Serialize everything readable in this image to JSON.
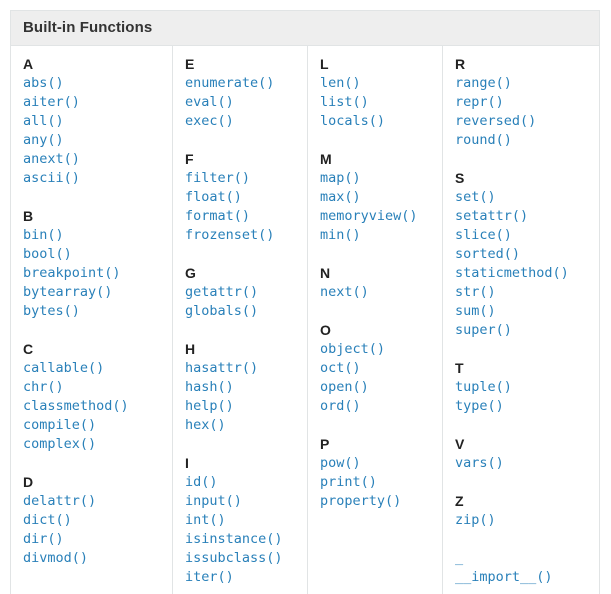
{
  "table": {
    "title": "Built-in Functions",
    "accent_color": "#2980b9",
    "header_bg": "#eeeeee",
    "border_color": "#e1e4e5",
    "columns": [
      {
        "sections": [
          {
            "letter": "A",
            "letter_style": "bold",
            "functions": [
              "abs()",
              "aiter()",
              "all()",
              "any()",
              "anext()",
              "ascii()"
            ]
          },
          {
            "letter": "B",
            "letter_style": "bold",
            "functions": [
              "bin()",
              "bool()",
              "breakpoint()",
              "bytearray()",
              "bytes()"
            ]
          },
          {
            "letter": "C",
            "letter_style": "bold",
            "functions": [
              "callable()",
              "chr()",
              "classmethod()",
              "compile()",
              "complex()"
            ]
          },
          {
            "letter": "D",
            "letter_style": "bold",
            "functions": [
              "delattr()",
              "dict()",
              "dir()",
              "divmod()"
            ]
          }
        ]
      },
      {
        "sections": [
          {
            "letter": "E",
            "letter_style": "bold",
            "functions": [
              "enumerate()",
              "eval()",
              "exec()"
            ]
          },
          {
            "letter": "F",
            "letter_style": "bold",
            "functions": [
              "filter()",
              "float()",
              "format()",
              "frozenset()"
            ]
          },
          {
            "letter": "G",
            "letter_style": "bold",
            "functions": [
              "getattr()",
              "globals()"
            ]
          },
          {
            "letter": "H",
            "letter_style": "bold",
            "functions": [
              "hasattr()",
              "hash()",
              "help()",
              "hex()"
            ]
          },
          {
            "letter": "I",
            "letter_style": "bold",
            "functions": [
              "id()",
              "input()",
              "int()",
              "isinstance()",
              "issubclass()",
              "iter()"
            ]
          }
        ]
      },
      {
        "sections": [
          {
            "letter": "L",
            "letter_style": "bold",
            "functions": [
              "len()",
              "list()",
              "locals()"
            ]
          },
          {
            "letter": "M",
            "letter_style": "bold",
            "functions": [
              "map()",
              "max()",
              "memoryview()",
              "min()"
            ]
          },
          {
            "letter": "N",
            "letter_style": "bold",
            "functions": [
              "next()"
            ]
          },
          {
            "letter": "O",
            "letter_style": "bold",
            "functions": [
              "object()",
              "oct()",
              "open()",
              "ord()"
            ]
          },
          {
            "letter": "P",
            "letter_style": "bold",
            "functions": [
              "pow()",
              "print()",
              "property()"
            ]
          }
        ]
      },
      {
        "sections": [
          {
            "letter": "R",
            "letter_style": "bold",
            "functions": [
              "range()",
              "repr()",
              "reversed()",
              "round()"
            ]
          },
          {
            "letter": "S",
            "letter_style": "bold",
            "functions": [
              "set()",
              "setattr()",
              "slice()",
              "sorted()",
              "staticmethod()",
              "str()",
              "sum()",
              "super()"
            ]
          },
          {
            "letter": "T",
            "letter_style": "bold",
            "functions": [
              "tuple()",
              "type()"
            ]
          },
          {
            "letter": "V",
            "letter_style": "bold",
            "functions": [
              "vars()"
            ]
          },
          {
            "letter": "Z",
            "letter_style": "bold",
            "functions": [
              "zip()"
            ]
          },
          {
            "letter": "_",
            "letter_style": "mono",
            "functions": [
              "__import__()"
            ]
          }
        ]
      }
    ]
  }
}
